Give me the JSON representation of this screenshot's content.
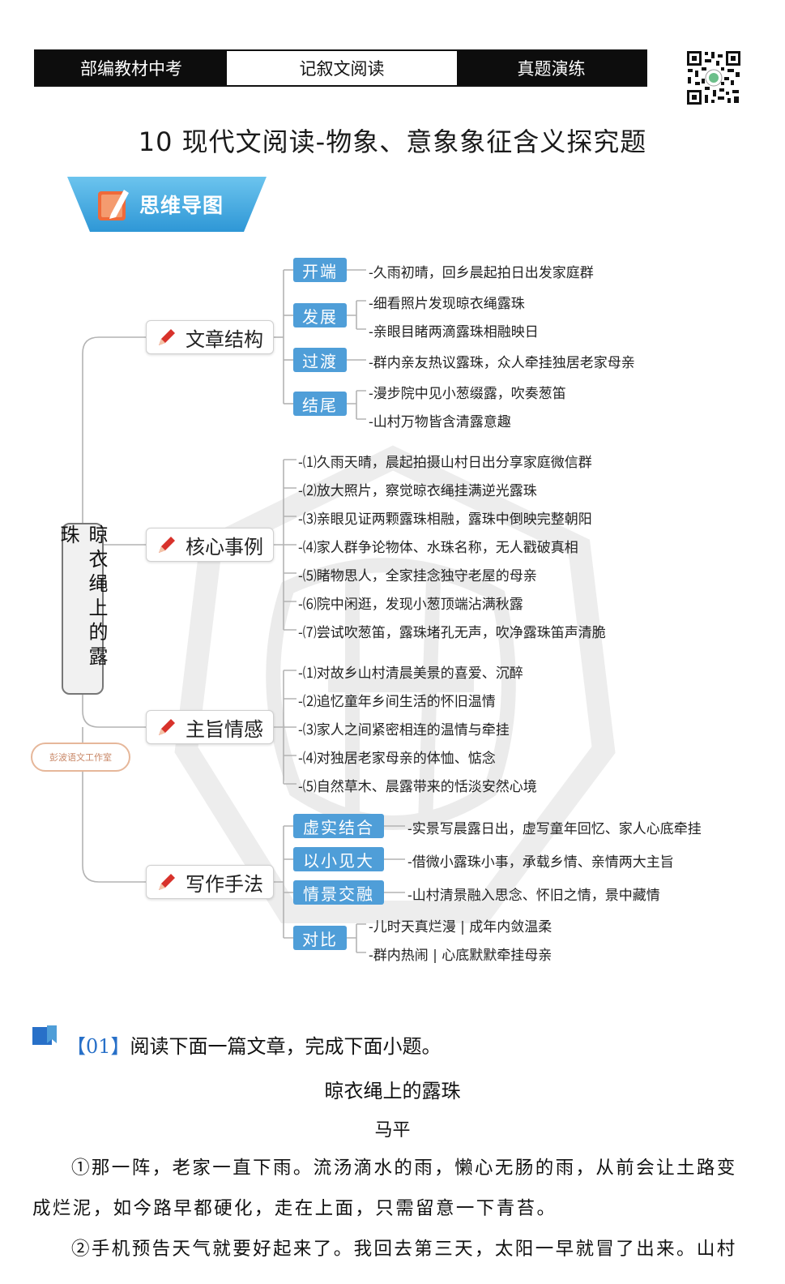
{
  "header": {
    "tab_1": "部编教材中考",
    "tab_2": "记叙文阅读",
    "tab_3": "真题演练"
  },
  "page_title": "10 现代文阅读-物象、意象象征含义探究题",
  "banner": {
    "label": "思维导图",
    "icon": "edit-note-icon"
  },
  "mindmap": {
    "root": "晾衣绳上的露珠",
    "stamp": "彭波语文工作室",
    "structure": {
      "label": "文章结构",
      "groups": [
        {
          "tag": "开端",
          "leaves": [
            "-久雨初晴，回乡晨起拍日出发家庭群"
          ]
        },
        {
          "tag": "发展",
          "leaves": [
            "-细看照片发现晾衣绳露珠",
            "-亲眼目睹两滴露珠相融映日"
          ]
        },
        {
          "tag": "过渡",
          "leaves": [
            "-群内亲友热议露珠，众人牵挂独居老家母亲"
          ]
        },
        {
          "tag": "结尾",
          "leaves": [
            "-漫步院中见小葱缀露，吹奏葱笛",
            "-山村万物皆含清露意趣"
          ]
        }
      ]
    },
    "examples": {
      "label": "核心事例",
      "leaves": [
        "-⑴久雨天晴，晨起拍摄山村日出分享家庭微信群",
        "-⑵放大照片，察觉晾衣绳挂满逆光露珠",
        "-⑶亲眼见证两颗露珠相融，露珠中倒映完整朝阳",
        "-⑷家人群争论物体、水珠名称，无人戳破真相",
        "-⑸睹物思人，全家挂念独守老屋的母亲",
        "-⑹院中闲逛，发现小葱顶端沾满秋露",
        "-⑺尝试吹葱笛，露珠堵孔无声，吹净露珠笛声清脆"
      ]
    },
    "emotion": {
      "label": "主旨情感",
      "leaves": [
        "-⑴对故乡山村清晨美景的喜爱、沉醉",
        "-⑵追忆童年乡间生活的怀旧温情",
        "-⑶家人之间紧密相连的温情与牵挂",
        "-⑷对独居老家母亲的体恤、惦念",
        "-⑸自然草木、晨露带来的恬淡安然心境"
      ]
    },
    "technique": {
      "label": "写作手法",
      "groups": [
        {
          "tag": "虚实结合",
          "leaves": [
            "-实景写晨露日出，虚写童年回忆、家人心底牵挂"
          ]
        },
        {
          "tag": "以小见大",
          "leaves": [
            "-借微小露珠小事，承载乡情、亲情两大主旨"
          ]
        },
        {
          "tag": "情景交融",
          "leaves": [
            "-山村清景融入思念、怀旧之情，景中藏情"
          ]
        },
        {
          "tag": "对比",
          "leaves": [
            "-儿时天真烂漫 | 成年内敛温柔",
            "-群内热闹 | 心底默默牵挂母亲"
          ]
        }
      ]
    }
  },
  "question": {
    "number": "【01】",
    "instruction": "阅读下面一篇文章，完成下面小题。",
    "article_title": "晾衣绳上的露珠",
    "author": "马平",
    "paragraphs": [
      "①那一阵，老家一直下雨。流汤滴水的雨，懒心无肠的雨，从前会让土路变成烂泥，如今路早都硬化，走在上面，只需留意一下青苔。",
      "②手机预告天气就要好起来了。我回去第三天，太阳一早就冒了出来。山村"
    ]
  },
  "colors": {
    "tag_blue": "#4f9ed8",
    "banner_blue": "#3aa6e0",
    "banner_text": "#ffffff",
    "pencil_red": "#d8322b",
    "question_blue": "#2870c8",
    "header_black": "#0d0d0d"
  }
}
